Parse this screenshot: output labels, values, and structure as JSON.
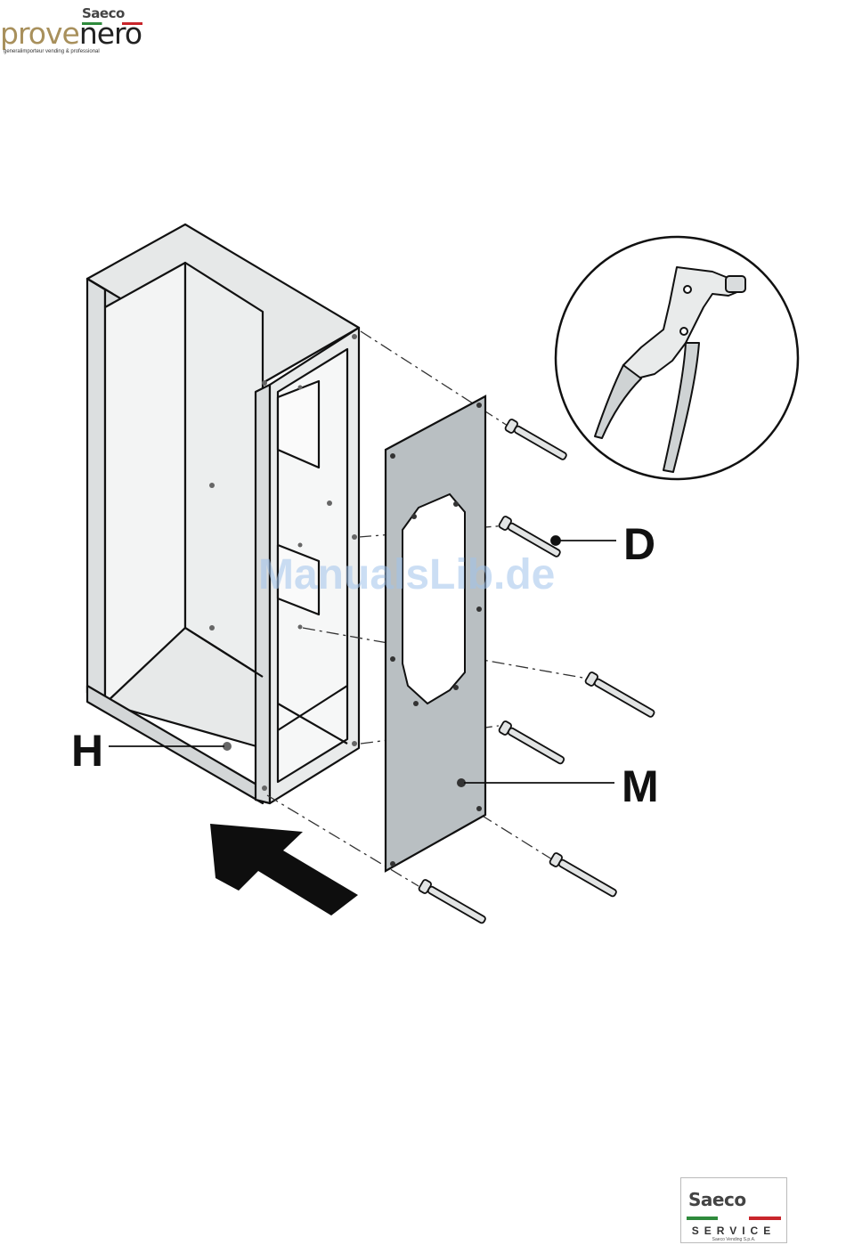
{
  "header_logo": {
    "mark": "Saeco",
    "brand_part1": "prove",
    "brand_part2": "nero",
    "tagline": "generalimporteur vending & professional"
  },
  "watermark": "ManualsLib.de",
  "labels": {
    "h": "H",
    "d": "D",
    "m": "M"
  },
  "footer_logo": {
    "mark": "Saeco",
    "service": "SERVICE",
    "company": "Saeco Vending S.p.A."
  },
  "colors": {
    "panel_fill": "#b9bfc2",
    "cabinet_light": "#f2f3f3",
    "cabinet_mid": "#e4e6e6",
    "cabinet_dark": "#d6d9da",
    "outline": "#111111",
    "arrow": "#0e0e0e"
  }
}
